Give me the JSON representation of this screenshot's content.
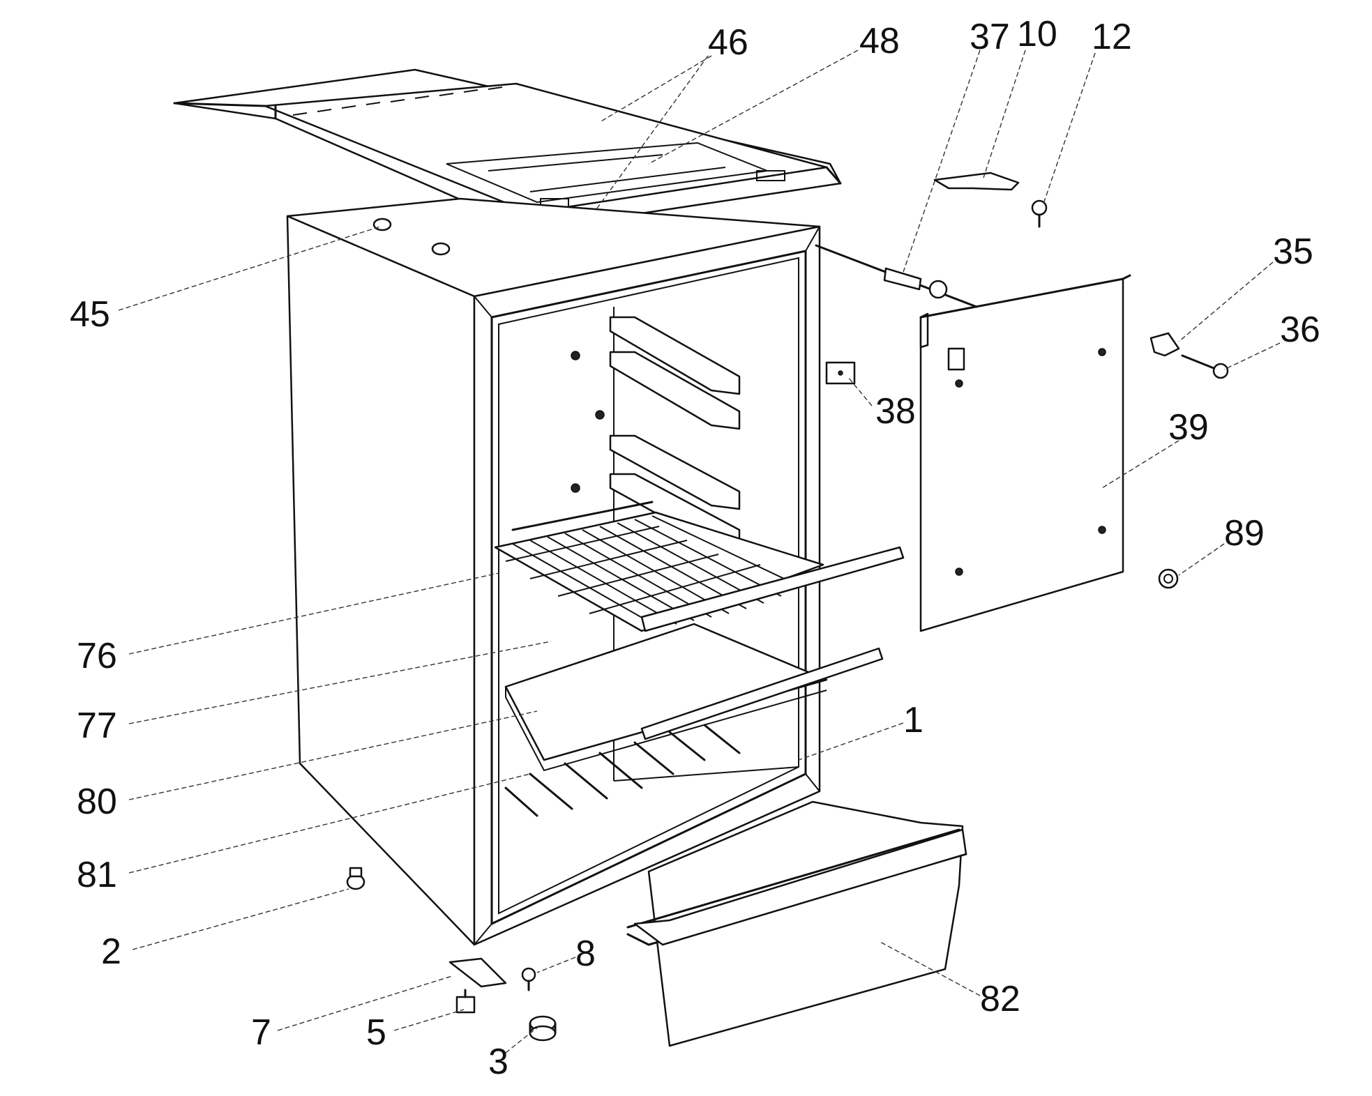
{
  "callouts": {
    "c46": "46",
    "c48": "48",
    "c37": "37",
    "c10": "10",
    "c12": "12",
    "c35": "35",
    "c36": "36",
    "c45": "45",
    "c38": "38",
    "c39": "39",
    "c89": "89",
    "c76": "76",
    "c77": "77",
    "c1": "1",
    "c80": "80",
    "c81": "81",
    "c2": "2",
    "c8": "8",
    "c82": "82",
    "c7": "7",
    "c5": "5",
    "c3": "3"
  }
}
